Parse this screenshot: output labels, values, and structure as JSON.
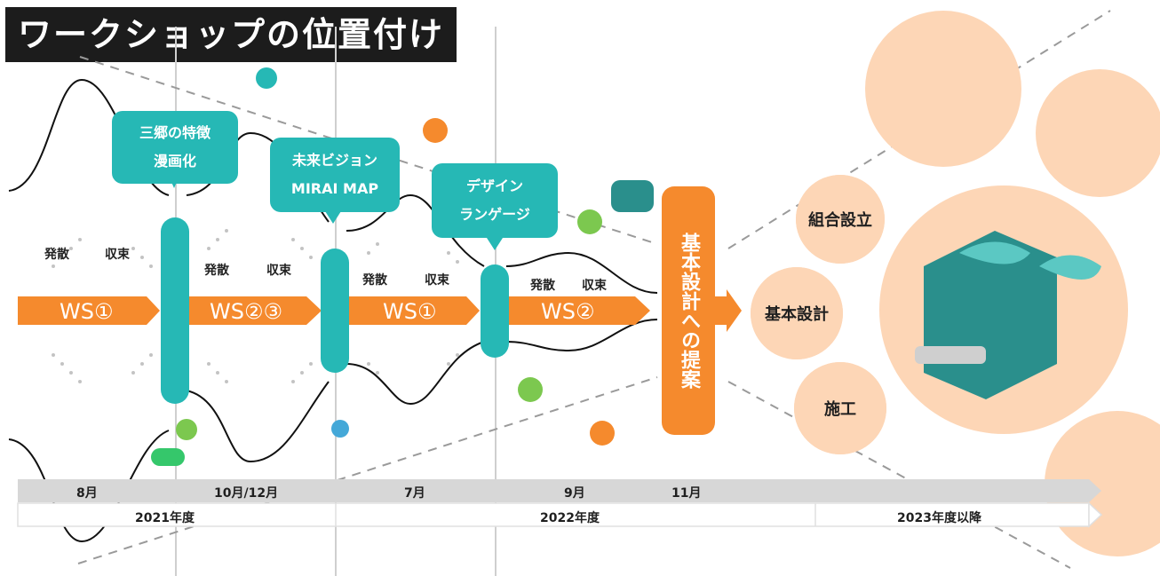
{
  "title": "ワークショップの位置付け",
  "callouts": [
    {
      "line1": "三郷の特徴",
      "line2": "漫画化"
    },
    {
      "line1": "未来ビジョン",
      "line2": "MIRAI MAP"
    },
    {
      "line1": "デザイン",
      "line2": "ランゲージ"
    }
  ],
  "phases": [
    "発散",
    "収束",
    "発散",
    "収束",
    "発散",
    "収束",
    "発散",
    "収束"
  ],
  "workshops": [
    "WS①",
    "WS②③",
    "WS①",
    "WS②"
  ],
  "proposal": "基本設計への提案",
  "outcomes": [
    "組合設立",
    "基本設計",
    "施工"
  ],
  "timeline": {
    "months": [
      "8月",
      "10月/12月",
      "7月",
      "9月",
      "11月"
    ],
    "years": [
      "2021年度",
      "2022年度",
      "2023年度以降"
    ]
  },
  "colors": {
    "teal": "#26b8b5",
    "orange": "#f58a2d",
    "peach": "#fdd6b6",
    "timeline": "#d7d7d7",
    "dark": "#1c1c1c"
  },
  "icons": [
    "speech-bubble-icon",
    "person-icon",
    "train-icon",
    "tree-icon"
  ]
}
